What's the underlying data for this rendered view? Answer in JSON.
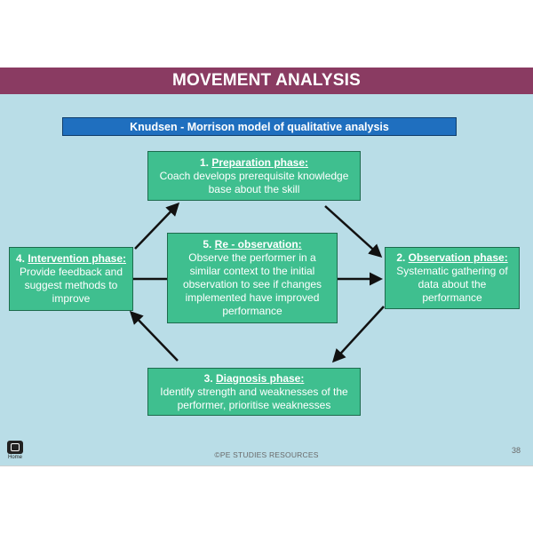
{
  "slide": {
    "title": "MOVEMENT ANALYSIS",
    "subtitle": "Knudsen - Morrison model of qualitative analysis",
    "footer": "©PE STUDIES RESOURCES",
    "page_number": "38",
    "home_label": "Home"
  },
  "phases": {
    "preparation": {
      "number": "1. ",
      "title": "Preparation phase:",
      "text": "Coach develops prerequisite knowledge base about the skill"
    },
    "observation": {
      "number": "2. ",
      "title": "Observation phase:",
      "text": "Systematic gathering of data about the performance"
    },
    "diagnosis": {
      "number": "3. ",
      "title": "Diagnosis phase:",
      "text": "Identify strength and weaknesses of the performer, prioritise weaknesses"
    },
    "intervention": {
      "number": "4. ",
      "title": "Intervention phase:",
      "text": "Provide feedback and suggest methods to improve"
    },
    "reobservation": {
      "number": "5. ",
      "title": "Re - observation:",
      "text": "Observe the performer in a similar context to the initial observation to see if changes implemented have improved performance"
    }
  },
  "colors": {
    "banner": "#8a3b62",
    "subtitle_bar": "#1f6fbf",
    "box": "#3fbf8f",
    "background": "#b9dde7"
  }
}
